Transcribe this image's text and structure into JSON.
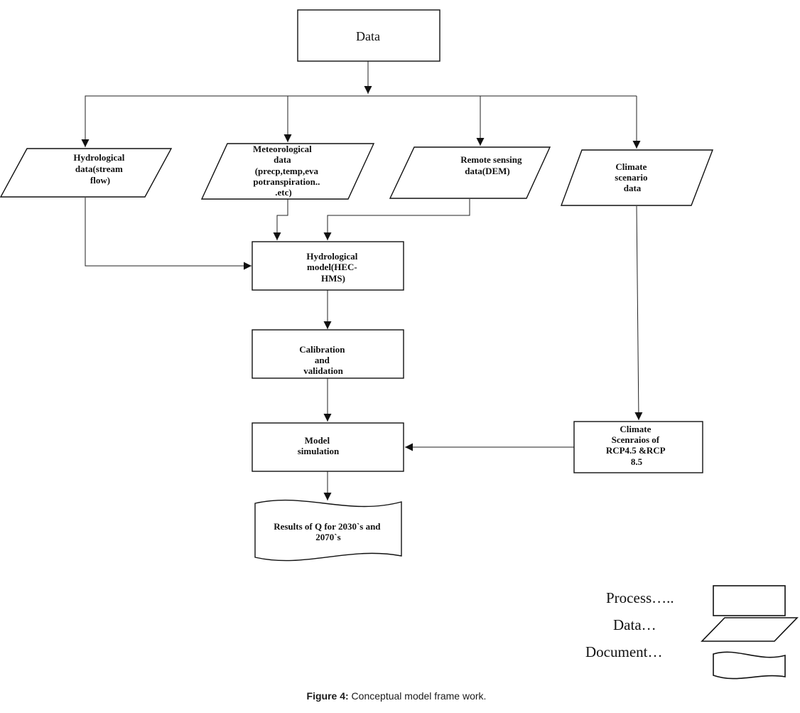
{
  "nodes": {
    "data": [
      "Data"
    ],
    "hydrological_data": [
      "Hydrological",
      "data(stream",
      "flow)"
    ],
    "meteorological_data": [
      "Meteorological",
      "data",
      "(precp,temp,eva",
      "potranspiration..",
      ".etc)"
    ],
    "remote_sensing_data": [
      "Remote sensing",
      "data(DEM)"
    ],
    "climate_scenario_data": [
      "Climate",
      "scenario",
      "data"
    ],
    "hydrological_model": [
      "Hydrological",
      "model(HEC-",
      "HMS)"
    ],
    "calibration_validation": [
      "Calibration",
      "and",
      "validation"
    ],
    "model_simulation": [
      "Model",
      "simulation"
    ],
    "climate_scenarios_rcp": [
      "Climate",
      "Scenraios of",
      "RCP4.5 &RCP",
      "8.5"
    ],
    "results": [
      "Results of Q for 2030`s and",
      "2070`s"
    ]
  },
  "legend": {
    "process": "Process…..",
    "data": "Data…",
    "document": "Document…"
  },
  "caption": {
    "label": "Figure 4:",
    "text": " Conceptual model frame work."
  }
}
